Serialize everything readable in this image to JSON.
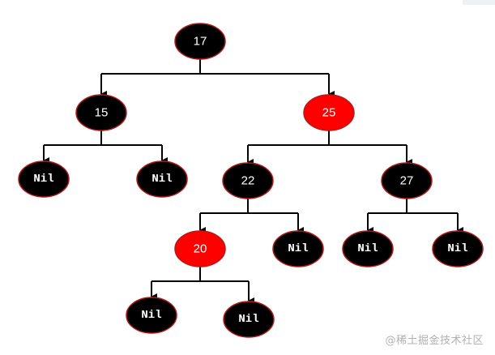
{
  "colors": {
    "black_node": "#000000",
    "red_node": "#ff0000",
    "node_border": "#b11b1b",
    "edge": "#000000",
    "label": "#ffffff"
  },
  "nodes": [
    {
      "id": "n17",
      "label": "17",
      "color": "black",
      "kind": "value"
    },
    {
      "id": "n15",
      "label": "15",
      "color": "black",
      "kind": "value"
    },
    {
      "id": "n25",
      "label": "25",
      "color": "red",
      "kind": "value"
    },
    {
      "id": "nil1",
      "label": "Nil",
      "color": "black",
      "kind": "nil"
    },
    {
      "id": "nil2",
      "label": "Nil",
      "color": "black",
      "kind": "nil"
    },
    {
      "id": "n22",
      "label": "22",
      "color": "black",
      "kind": "value"
    },
    {
      "id": "n27",
      "label": "27",
      "color": "black",
      "kind": "value"
    },
    {
      "id": "n20",
      "label": "20",
      "color": "red",
      "kind": "value"
    },
    {
      "id": "nil3",
      "label": "Nil",
      "color": "black",
      "kind": "nil"
    },
    {
      "id": "nil4",
      "label": "Nil",
      "color": "black",
      "kind": "nil"
    },
    {
      "id": "nil5",
      "label": "Nil",
      "color": "black",
      "kind": "nil"
    },
    {
      "id": "nil6",
      "label": "Nil",
      "color": "black",
      "kind": "nil"
    },
    {
      "id": "nil7",
      "label": "Nil",
      "color": "black",
      "kind": "nil"
    }
  ],
  "edges": [
    {
      "from": "n17",
      "to": "n15"
    },
    {
      "from": "n17",
      "to": "n25"
    },
    {
      "from": "n15",
      "to": "nil1"
    },
    {
      "from": "n15",
      "to": "nil2"
    },
    {
      "from": "n25",
      "to": "n22"
    },
    {
      "from": "n25",
      "to": "n27"
    },
    {
      "from": "n22",
      "to": "n20"
    },
    {
      "from": "n22",
      "to": "nil3"
    },
    {
      "from": "n27",
      "to": "nil4"
    },
    {
      "from": "n27",
      "to": "nil5"
    },
    {
      "from": "n20",
      "to": "nil6"
    },
    {
      "from": "n20",
      "to": "nil7"
    }
  ],
  "watermark": "@稀土掘金技术社区"
}
